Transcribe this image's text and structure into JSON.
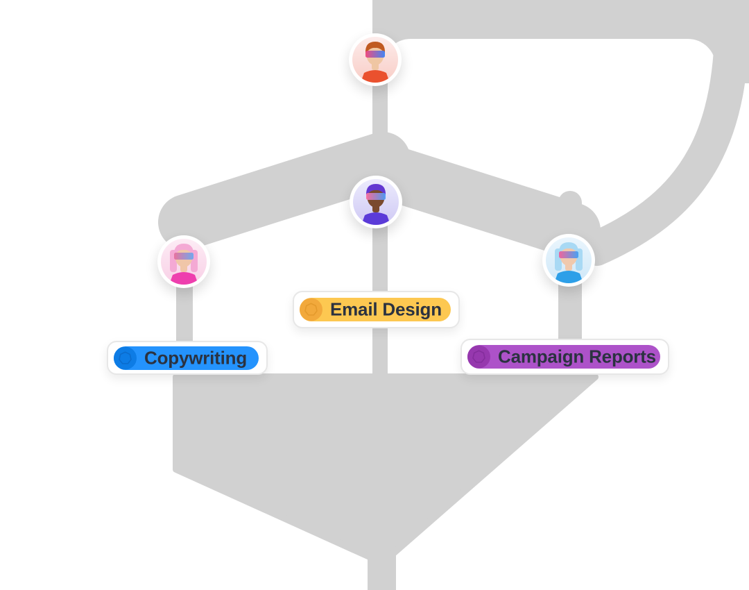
{
  "illustration": {
    "description": "Branching marketing-flow illustration with four avatar nodes and three skill labels",
    "line_color": "#d1d1d1",
    "panel_color": "#ffffff",
    "label_text_color": "#2b3240",
    "badge_border_color": "#e7e7e7",
    "badge_bg_color": "#ffffff"
  },
  "avatars": [
    {
      "id": "top",
      "alt": "person with red hair, orange turtleneck and gradient glasses",
      "hair_style": "short",
      "colors": {
        "bg1": "#fdeceb",
        "bg2": "#f8cdc6",
        "hair": "#c05a22",
        "skin": "#efc6a3",
        "shirt": "#ea512e",
        "glasses1": "#f0467c",
        "glasses2": "#3b82f6"
      }
    },
    {
      "id": "center",
      "alt": "person with purple hair, purple turtleneck and gradient glasses",
      "hair_style": "short",
      "colors": {
        "bg1": "#ecebfd",
        "bg2": "#cfc9f4",
        "hair": "#6338d1",
        "skin": "#7a4a2e",
        "shirt": "#5b3bd8",
        "glasses1": "#fb6ea0",
        "glasses2": "#4f9cf7"
      }
    },
    {
      "id": "left",
      "alt": "person with pink bob hair, pink top and glasses",
      "hair_style": "long",
      "colors": {
        "bg1": "#fdecf5",
        "bg2": "#f8d0e6",
        "hair": "#f4a9d4",
        "skin": "#f0c6a8",
        "shirt": "#ee3fae",
        "glasses1": "#e86f9d",
        "glasses2": "#6aa7f0"
      }
    },
    {
      "id": "right",
      "alt": "person with light blue hair, blue turtleneck and glasses",
      "hair_style": "long",
      "colors": {
        "bg1": "#eaf5fd",
        "bg2": "#cfe8f8",
        "hair": "#a8d9f4",
        "skin": "#f0c9ad",
        "shirt": "#2d9fe8",
        "glasses1": "#f0609a",
        "glasses2": "#41a0f5"
      }
    }
  ],
  "badges": [
    {
      "id": "email-design",
      "label": "Email Design",
      "highlight": "#fdc851",
      "dot": "#f2a93c",
      "dot_ring": "#d98f1f"
    },
    {
      "id": "copywriting",
      "label": "Copywriting",
      "highlight": "#2493fd",
      "dot": "#0d7ce5",
      "dot_ring": "#0a5fb8"
    },
    {
      "id": "campaign-reports",
      "label": "Campaign Reports",
      "highlight": "#ad52c9",
      "dot": "#9638ae",
      "dot_ring": "#76258f"
    }
  ]
}
